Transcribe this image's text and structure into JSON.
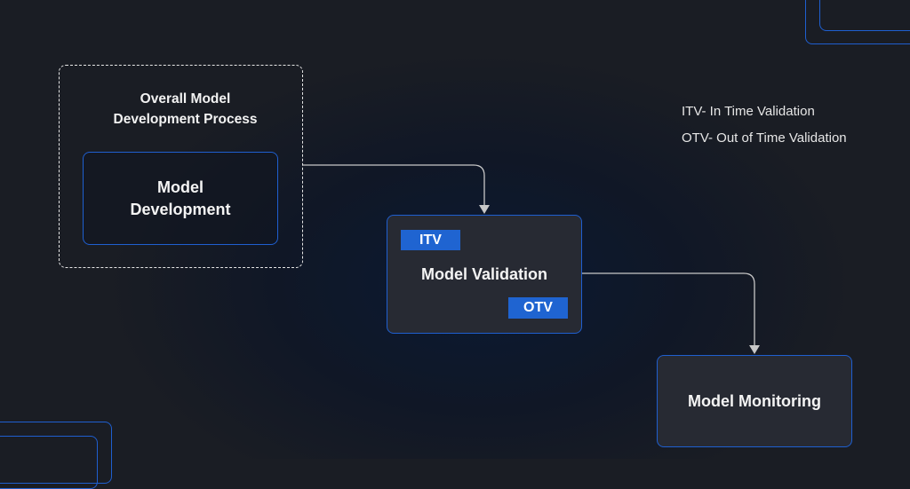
{
  "group": {
    "title": "Overall Model\nDevelopment Process"
  },
  "nodes": {
    "development": "Model\nDevelopment",
    "validation": "Model Validation",
    "monitoring": "Model Monitoring"
  },
  "tags": {
    "itv": "ITV",
    "otv": "OTV"
  },
  "legend": [
    "ITV- In Time Validation",
    "OTV- Out of Time Validation"
  ],
  "colors": {
    "accent": "#1f64d1",
    "border": "#1f5fd0",
    "connector": "#c8c8c8",
    "node_fill": "#272a33",
    "background": "#1a1d24"
  }
}
